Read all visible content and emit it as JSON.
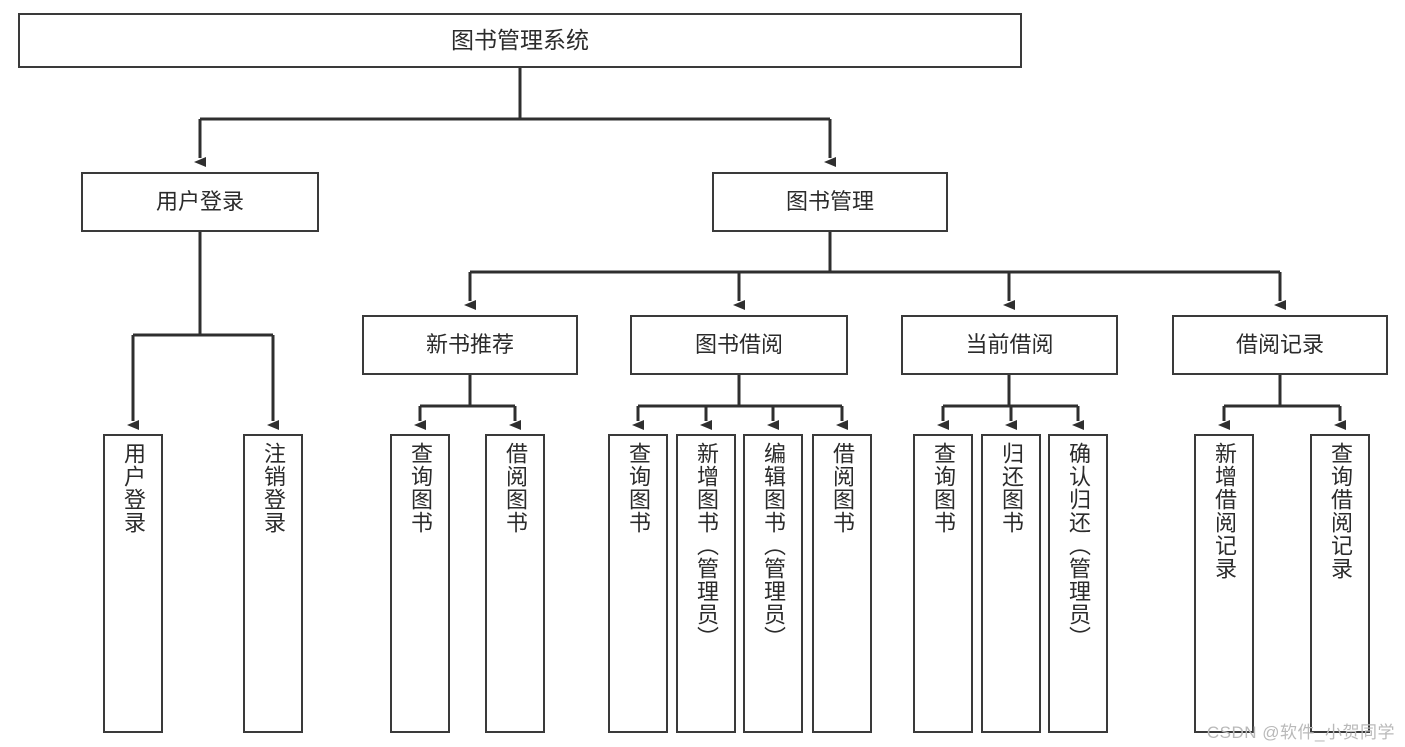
{
  "diagram": {
    "title": "图书管理系统",
    "type": "tree-hierarchy-diagram",
    "watermark": "CSDN @软件_小贺同学",
    "colors": {
      "border": "#3a3a3a",
      "text": "#2b2b2b",
      "background": "#ffffff",
      "connector": "#2f2f2f",
      "watermark": "#b9b9b9"
    },
    "nodes": {
      "root": {
        "label": "图书管理系统"
      },
      "level2": [
        {
          "id": "user-login",
          "label": "用户登录"
        },
        {
          "id": "book-manage",
          "label": "图书管理"
        }
      ],
      "level3": [
        {
          "id": "new-book-recommend",
          "label": "新书推荐"
        },
        {
          "id": "book-borrow",
          "label": "图书借阅"
        },
        {
          "id": "current-borrow",
          "label": "当前借阅"
        },
        {
          "id": "borrow-record",
          "label": "借阅记录"
        }
      ],
      "leaves": {
        "user-login": [
          {
            "id": "leaf-user-login",
            "label": "用户登录"
          },
          {
            "id": "leaf-user-logout",
            "label": "注销登录"
          }
        ],
        "new-book-recommend": [
          {
            "id": "leaf-query-book-1",
            "label": "查询图书"
          },
          {
            "id": "leaf-borrow-book-1",
            "label": "借阅图书"
          }
        ],
        "book-borrow": [
          {
            "id": "leaf-query-book-2",
            "label": "查询图书"
          },
          {
            "id": "leaf-add-book",
            "label": "新增图书（管理员）"
          },
          {
            "id": "leaf-edit-book",
            "label": "编辑图书（管理员）"
          },
          {
            "id": "leaf-borrow-book-2",
            "label": "借阅图书"
          }
        ],
        "current-borrow": [
          {
            "id": "leaf-query-book-3",
            "label": "查询图书"
          },
          {
            "id": "leaf-return-book",
            "label": "归还图书"
          },
          {
            "id": "leaf-confirm-return",
            "label": "确认归还（管理员）"
          }
        ],
        "borrow-record": [
          {
            "id": "leaf-add-record",
            "label": "新增借阅记录"
          },
          {
            "id": "leaf-query-record",
            "label": "查询借阅记录"
          }
        ]
      }
    }
  }
}
